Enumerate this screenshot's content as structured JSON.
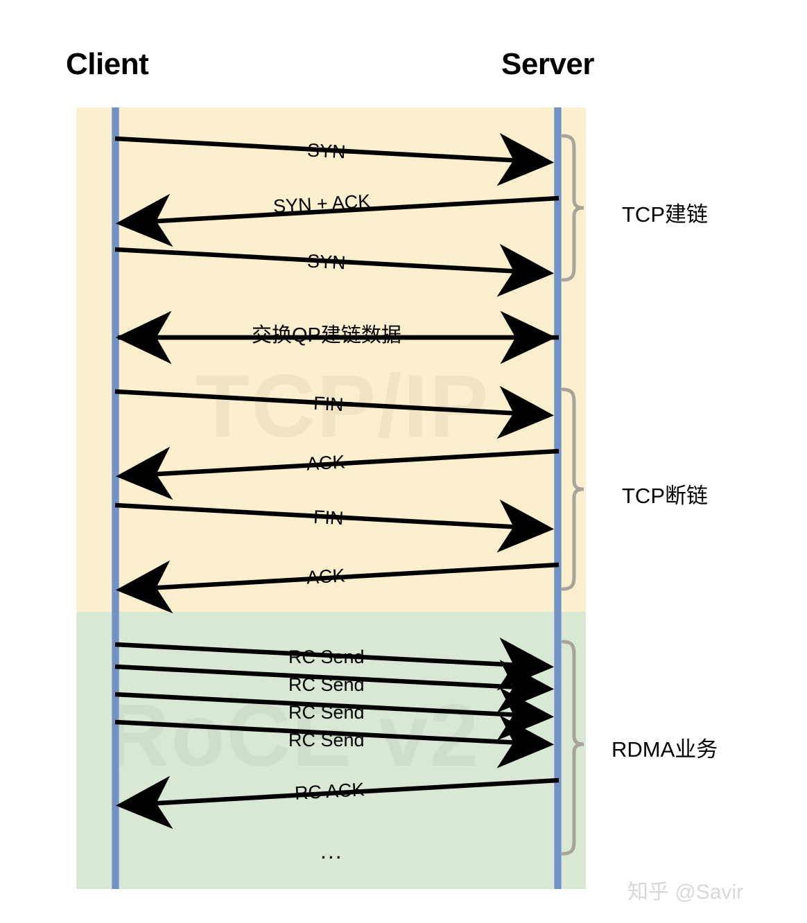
{
  "diagram": {
    "type": "sequence-diagram",
    "title": "RoCE v2 vs TCP/IP connection sequence",
    "participants": [
      {
        "id": "client",
        "label": "Client"
      },
      {
        "id": "server",
        "label": "Server"
      }
    ],
    "regions": [
      {
        "id": "tcp-ip",
        "watermark": "TCP/IP",
        "color": "#fcefcd"
      },
      {
        "id": "roce-v2",
        "watermark": "RoCE v2",
        "color": "#d9e8d4"
      }
    ],
    "lifeline_color": "#7392c4",
    "brace_color": "#a8a39b",
    "messages": [
      {
        "label": "SYN",
        "direction": "right",
        "region": "tcp-ip"
      },
      {
        "label": "SYN + ACK",
        "direction": "left",
        "region": "tcp-ip"
      },
      {
        "label": "SYN",
        "direction": "right",
        "region": "tcp-ip"
      },
      {
        "label": "交换QP建链数据",
        "direction": "both",
        "region": "tcp-ip"
      },
      {
        "label": "FIN",
        "direction": "right",
        "region": "tcp-ip"
      },
      {
        "label": "ACK",
        "direction": "left",
        "region": "tcp-ip"
      },
      {
        "label": "FIN",
        "direction": "right",
        "region": "tcp-ip"
      },
      {
        "label": "ACK",
        "direction": "left",
        "region": "tcp-ip"
      },
      {
        "label": "RC Send",
        "direction": "right",
        "region": "roce-v2"
      },
      {
        "label": "RC Send",
        "direction": "right",
        "region": "roce-v2"
      },
      {
        "label": "RC Send",
        "direction": "right",
        "region": "roce-v2"
      },
      {
        "label": "RC Send",
        "direction": "right",
        "region": "roce-v2"
      },
      {
        "label": "RC ACK",
        "direction": "left",
        "region": "roce-v2"
      }
    ],
    "annotations": [
      {
        "label": "TCP建链",
        "covers": "messages 1-3"
      },
      {
        "label": "TCP断链",
        "covers": "messages 5-8"
      },
      {
        "label": "RDMA业务",
        "covers": "messages 9-13"
      }
    ],
    "continuation": "...",
    "attribution": "知乎 @Savir"
  }
}
